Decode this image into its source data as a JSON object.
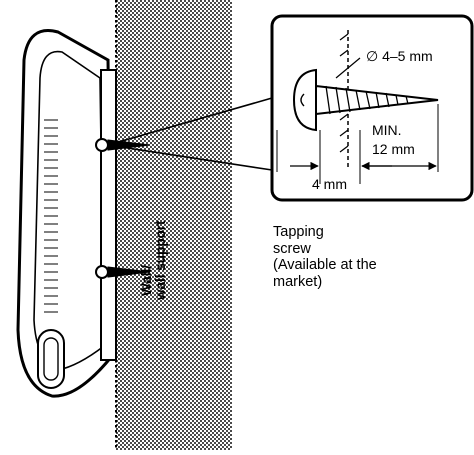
{
  "callout": {
    "diameter": "∅ 4–5 mm",
    "min_label": "MIN.",
    "min_value": "12 mm",
    "head_length": "4 mm"
  },
  "screw_caption": {
    "line1": "Tapping",
    "line2": "screw",
    "line3": "(Available at the",
    "line4": "market)"
  },
  "wall_label": {
    "line1": "Wall/",
    "line2": "wall support"
  },
  "colors": {
    "ink": "#000000",
    "paper": "#ffffff"
  }
}
